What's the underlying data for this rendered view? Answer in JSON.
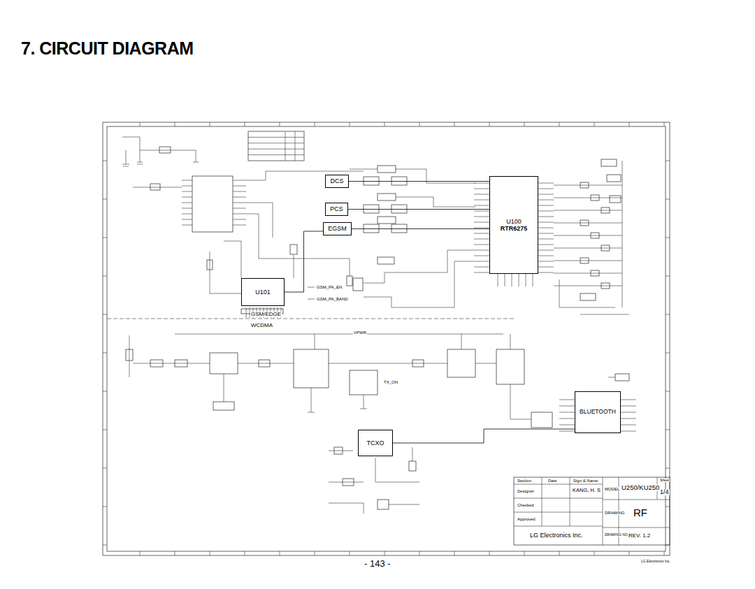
{
  "diagram": {
    "title": "7. CIRCUIT DIAGRAM",
    "nodes": [
      {
        "text": [
          "U101"
        ]
      },
      {
        "text": [
          "U100",
          "RTR6275"
        ]
      },
      {
        "text": [
          "DCS"
        ]
      },
      {
        "text": [
          "PCS"
        ]
      },
      {
        "text": [
          "EGSM"
        ]
      },
      {
        "text": [
          "TCXO"
        ]
      },
      {
        "text": [
          "BLUETOOTH"
        ]
      }
    ],
    "edges": [
      {
        "from": 2,
        "to": 1,
        "arrow": "none"
      },
      {
        "from": 3,
        "to": 1,
        "arrow": "none"
      },
      {
        "from": 4,
        "to": 1,
        "arrow": "none"
      },
      {
        "from": 0,
        "to": 4,
        "arrow": "none"
      },
      {
        "from": 5,
        "to": 6,
        "arrow": "none"
      }
    ],
    "labels": [
      "GSM/EDGE",
      "WCDMA",
      "GSM_PA_EN",
      "GSM_PA_BAND",
      "VPWR",
      "TX_ON",
      "Section",
      "Date",
      "Sign & Name",
      "Designer",
      "KANG, H. S",
      "Checked",
      "Approved",
      "MODEL",
      "U250/KU250",
      "Sheet",
      "1/4",
      "DRAWING",
      "RF",
      "DRAWING NO.",
      "REV. 1.2",
      "LG Electronics Inc.",
      "- 143 -",
      "LG Electronics Inc."
    ]
  }
}
